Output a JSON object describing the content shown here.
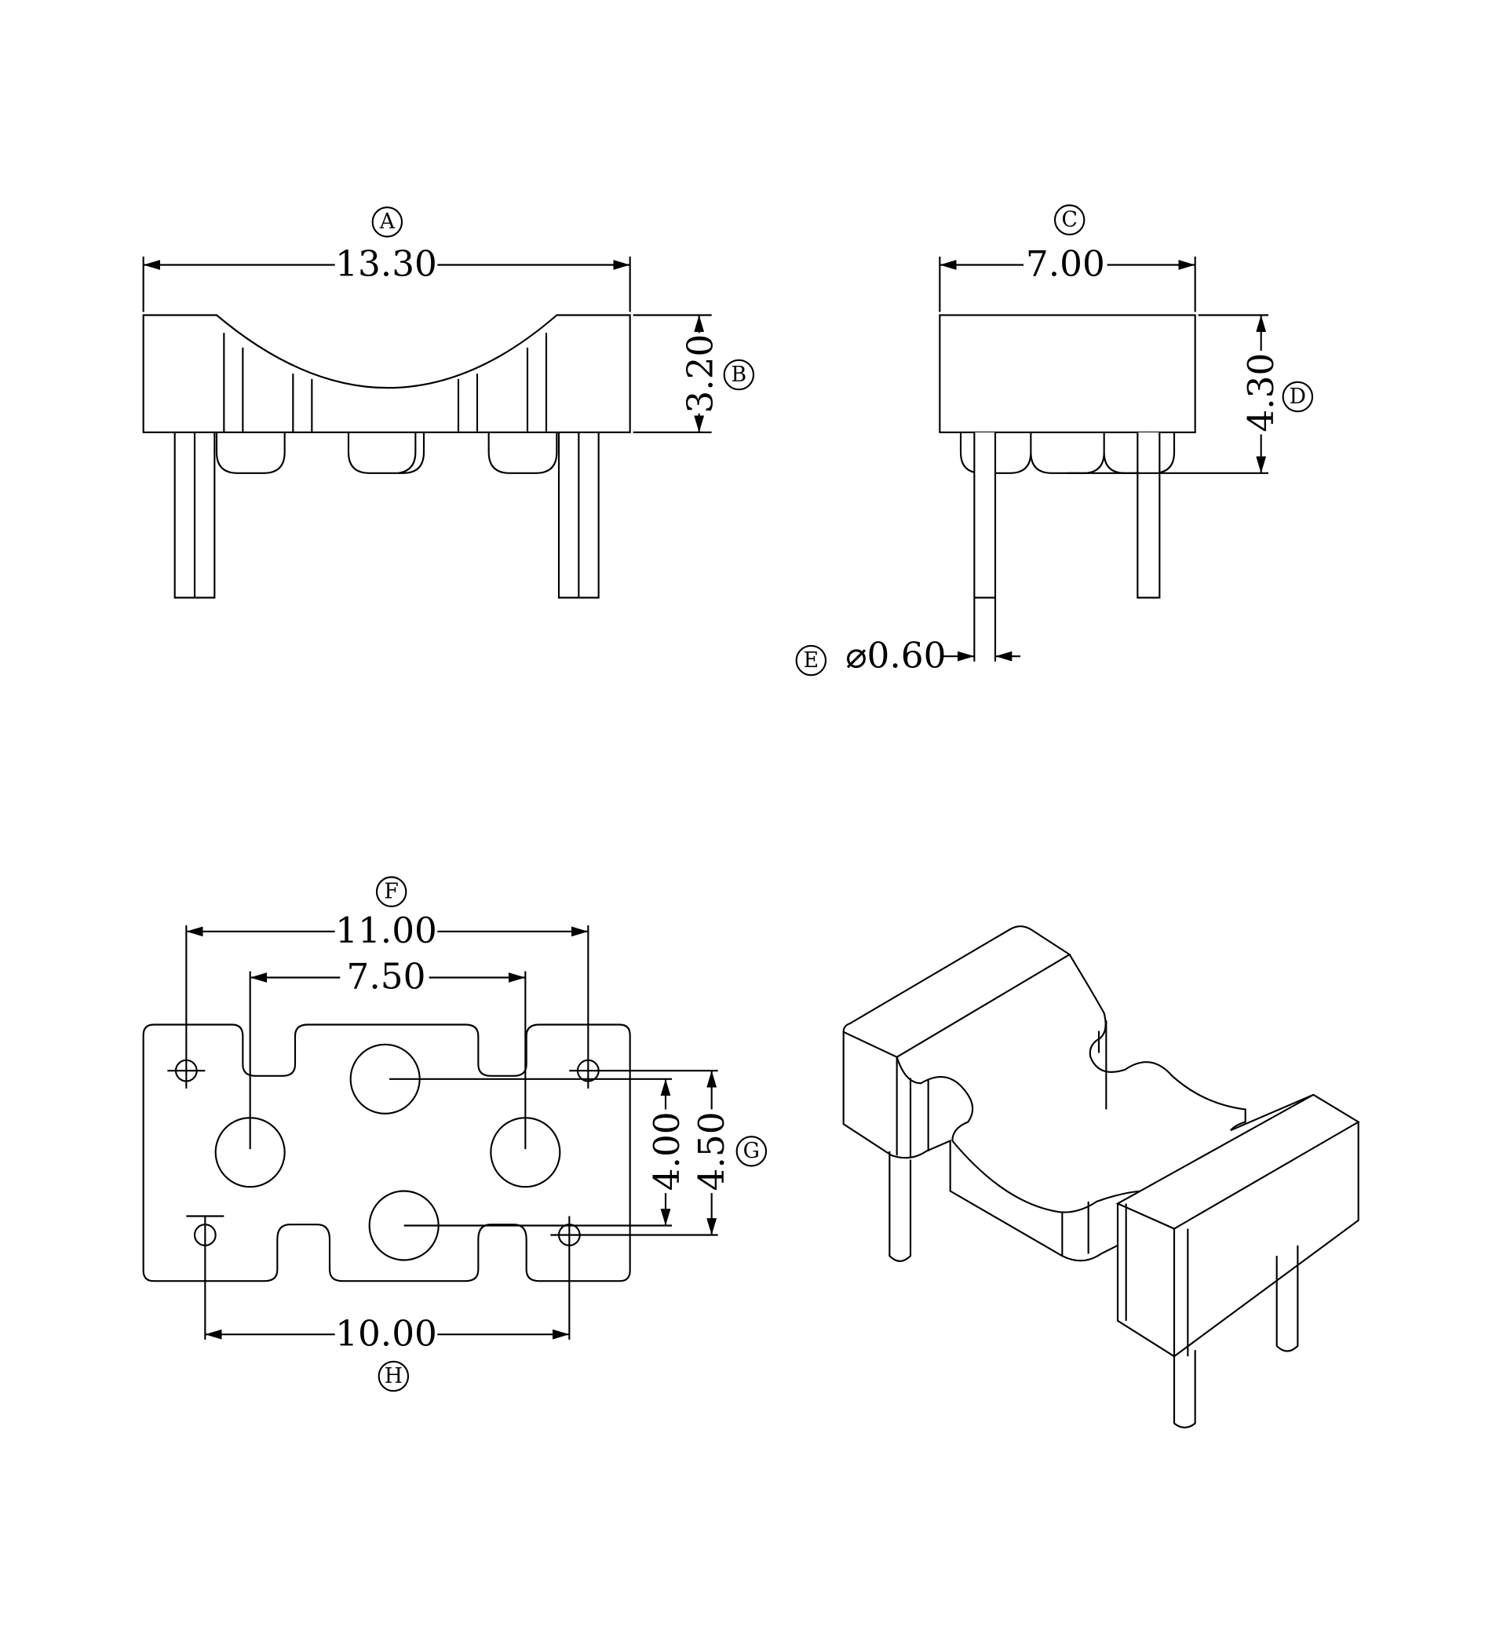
{
  "title": "Bobbin dimension drawing",
  "views": {
    "front": {
      "width_label": "A",
      "width": "13.30",
      "height_label": "B",
      "height": "3.20"
    },
    "side": {
      "width_label": "C",
      "width": "7.00",
      "height_label": "D",
      "height": "4.30",
      "pin_label": "E",
      "pin_diameter": "⌀0.60"
    },
    "bottom": {
      "outer_label": "F",
      "outer_pitch": "11.00",
      "inner_pitch": "7.50",
      "vert_label": "G",
      "vert_inner": "4.00",
      "vert_outer": "4.50",
      "bottom_label": "H",
      "bottom_pitch": "10.00"
    }
  }
}
